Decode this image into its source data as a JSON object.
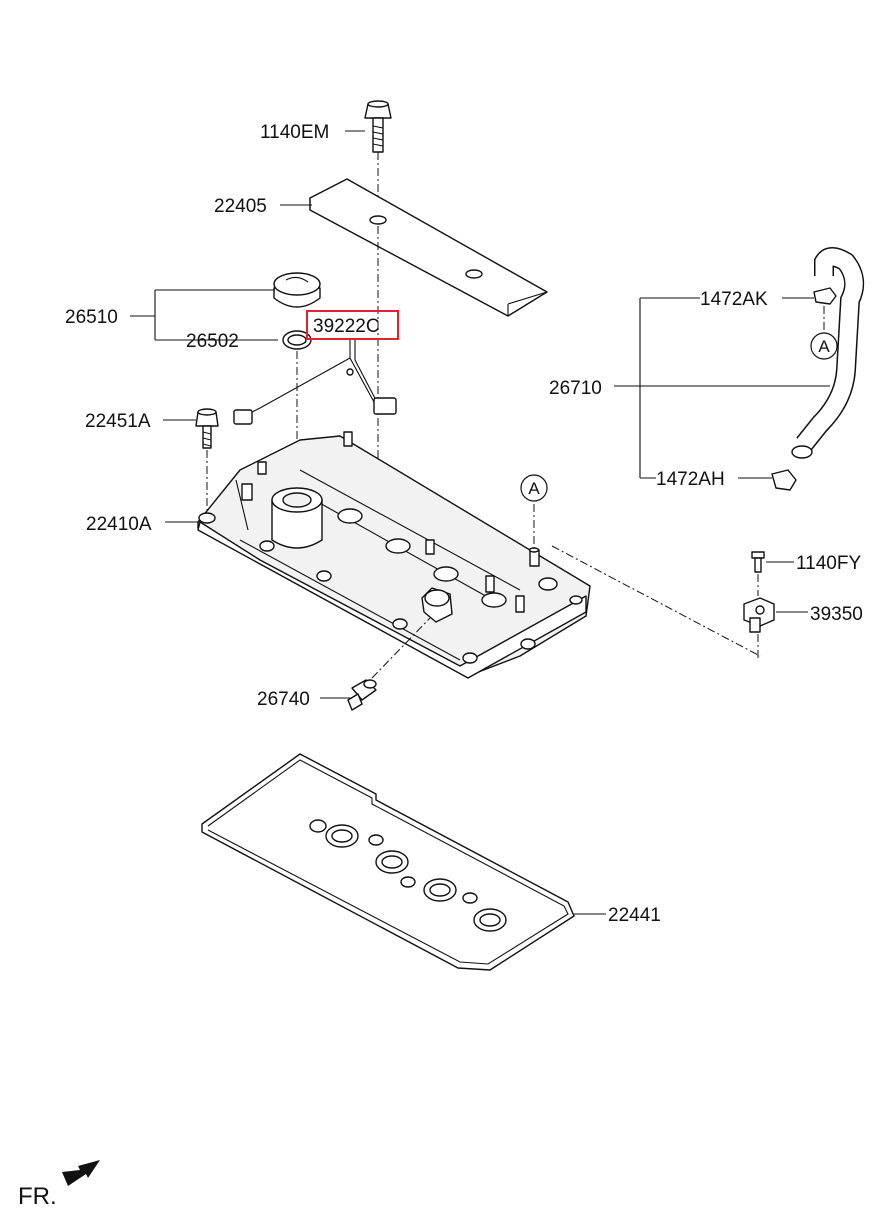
{
  "labels": {
    "l1140EM": "1140EM",
    "l22405": "22405",
    "l26510": "26510",
    "l26502": "26502",
    "l39222C": "39222C",
    "l22451A": "22451A",
    "l22410A": "22410A",
    "l26740": "26740",
    "l1472AK": "1472AK",
    "l26710": "26710",
    "l1472AH": "1472AH",
    "l1140FY": "1140FY",
    "l39350": "39350",
    "l22441": "22441",
    "fr": "FR."
  },
  "markers": {
    "a1": "A",
    "a2": "A"
  },
  "colors": {
    "highlight": "#e8202a",
    "line": "#111111"
  },
  "icons": {
    "front": "front-direction-arrow-icon"
  }
}
